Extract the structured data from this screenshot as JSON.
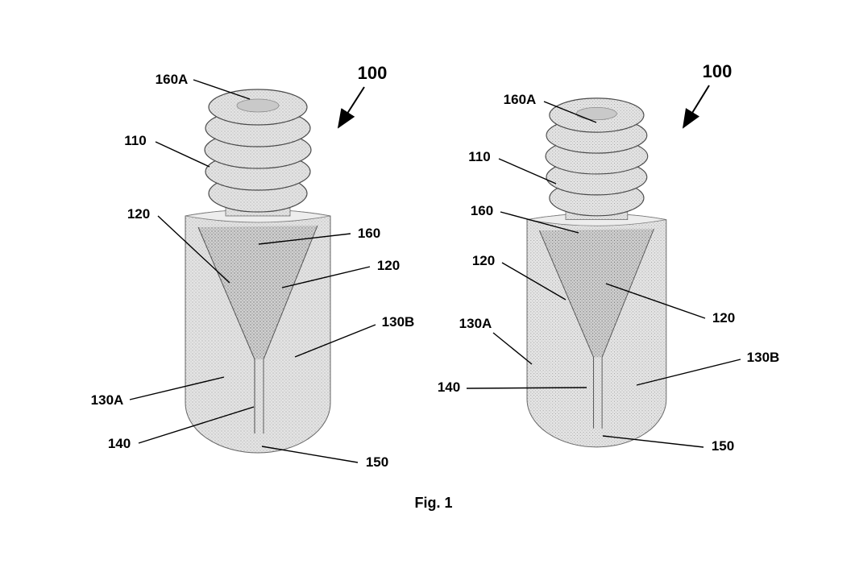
{
  "figure": {
    "caption": "Fig. 1",
    "ink_color": "#000000",
    "left_view": {
      "ref_100": "100",
      "ref_160A": "160A",
      "ref_110": "110",
      "ref_120_left": "120",
      "ref_160": "160",
      "ref_120_right": "120",
      "ref_130B": "130B",
      "ref_130A": "130A",
      "ref_140": "140",
      "ref_150": "150"
    },
    "right_view": {
      "ref_100": "100",
      "ref_160A": "160A",
      "ref_110": "110",
      "ref_160": "160",
      "ref_120_left": "120",
      "ref_120_right": "120",
      "ref_130A": "130A",
      "ref_130B": "130B",
      "ref_140": "140",
      "ref_150": "150"
    }
  }
}
